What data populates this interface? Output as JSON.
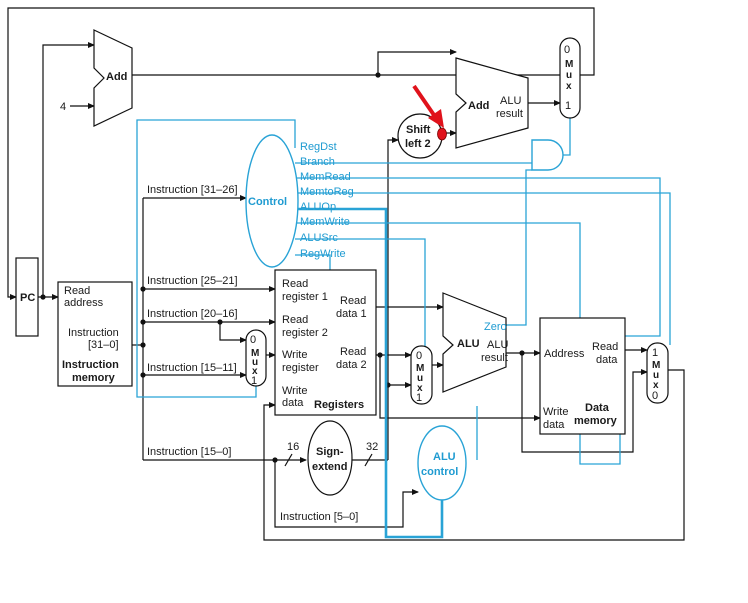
{
  "colors": {
    "wire": "#111111",
    "control": "#29a3d6",
    "pointer": "#e0121b"
  },
  "units": {
    "pc": "PC",
    "adder_top": "Add",
    "const_four": "4",
    "adder_branch_add": "Add",
    "adder_branch_alu": "ALU",
    "adder_branch_result": "result",
    "shift_left_line1": "Shift",
    "shift_left_line2": "left 2",
    "mux_m": "M",
    "mux_u": "u",
    "mux_x": "x",
    "mux_zero": "0",
    "mux_one": "1",
    "control": "Control",
    "sign_extend_line1": "Sign-",
    "sign_extend_line2": "extend",
    "alu_control_line1": "ALU",
    "alu_control_line2": "control",
    "alu_main": "ALU",
    "alu_result_line1": "ALU",
    "alu_result_line2": "result",
    "zero": "Zero"
  },
  "control_signals": [
    "RegDst",
    "Branch",
    "MemRead",
    "MemtoReg",
    "ALUOp",
    "MemWrite",
    "ALUSrc",
    "RegWrite"
  ],
  "instruction_memory": {
    "read_address_1": "Read",
    "read_address_2": "address",
    "instruction_1": "Instruction",
    "instruction_2": "[31–0]",
    "title_1": "Instruction",
    "title_2": "memory"
  },
  "registers": {
    "read_reg1_a": "Read",
    "read_reg1_b": "register 1",
    "read_reg2_a": "Read",
    "read_reg2_b": "register 2",
    "write_reg_a": "Write",
    "write_reg_b": "register",
    "write_data_a": "Write",
    "write_data_b": "data",
    "read_data1_a": "Read",
    "read_data1_b": "data 1",
    "read_data2_a": "Read",
    "read_data2_b": "data 2",
    "title": "Registers"
  },
  "data_memory": {
    "address": "Address",
    "read_data_a": "Read",
    "read_data_b": "data",
    "write_data_a": "Write",
    "write_data_b": "data",
    "title_1": "Data",
    "title_2": "memory"
  },
  "instruction_fields": {
    "f31_26": "Instruction [31–26]",
    "f25_21": "Instruction [25–21]",
    "f20_16": "Instruction [20–16]",
    "f15_11": "Instruction [15–11]",
    "f15_0": "Instruction [15–0]",
    "f5_0": "Instruction [5–0]"
  },
  "widths": {
    "in": "16",
    "out": "32"
  }
}
